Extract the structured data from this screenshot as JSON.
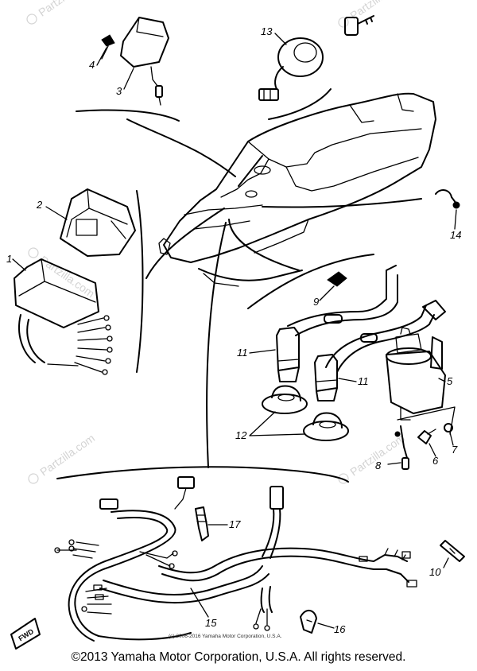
{
  "callouts": {
    "c1": "1",
    "c2": "2",
    "c3": "3",
    "c4": "4",
    "c5": "5",
    "c6": "6",
    "c7": "7",
    "c8": "8",
    "c9": "9",
    "c10": "10",
    "c11a": "11",
    "c11b": "11",
    "c12": "12",
    "c13": "13",
    "c14": "14",
    "c15": "15",
    "c16": "16",
    "c17": "17"
  },
  "watermark": {
    "text": "Partzilla.com",
    "symbol": "©"
  },
  "front_arrow": "FWD",
  "inner_copyright": "(c) 2006-2016 Yamaha Motor Corporation, U.S.A.",
  "footer": "©2013 Yamaha Motor Corporation, U.S.A. All rights reserved."
}
